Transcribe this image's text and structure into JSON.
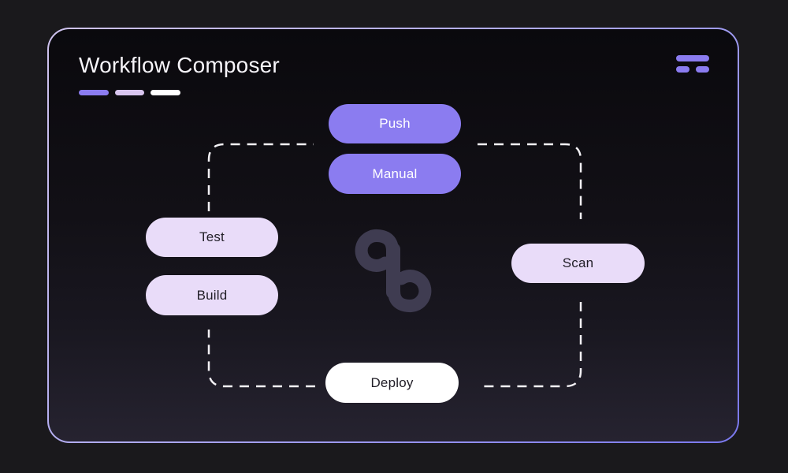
{
  "header": {
    "title": "Workflow Composer",
    "accent_bars": [
      {
        "name": "bar-purple",
        "color": "#8b7cf0"
      },
      {
        "name": "bar-lavender",
        "color": "#d9c6ef"
      },
      {
        "name": "bar-white",
        "color": "#ffffff"
      }
    ],
    "menu_icon": "menu-dashes-icon"
  },
  "workflow": {
    "nodes": [
      {
        "id": "push",
        "label": "Push",
        "variant": "purple"
      },
      {
        "id": "manual",
        "label": "Manual",
        "variant": "purple"
      },
      {
        "id": "test",
        "label": "Test",
        "variant": "lavender"
      },
      {
        "id": "build",
        "label": "Build",
        "variant": "lavender"
      },
      {
        "id": "scan",
        "label": "Scan",
        "variant": "lavender"
      },
      {
        "id": "deploy",
        "label": "Deploy",
        "variant": "white"
      }
    ],
    "path_style": "dashed-rounded-rectangle",
    "center_logo": "interlocked-loops-logo"
  },
  "colors": {
    "page-bg": "#1a191c",
    "card-border-start": "#cfc3ee",
    "card-border-mid": "#aea9f0",
    "card-border-end": "#7a78ee",
    "accent-purple": "#8b7cf0",
    "bar-lavender": "#d9c6ef",
    "pill-lavender": "#e9dcf9",
    "pill-white": "#ffffff",
    "dash-white": "#f2f0f4",
    "glyph": "#3f3c51",
    "text-light": "#f7f5fa",
    "text-dark": "#211e27"
  }
}
